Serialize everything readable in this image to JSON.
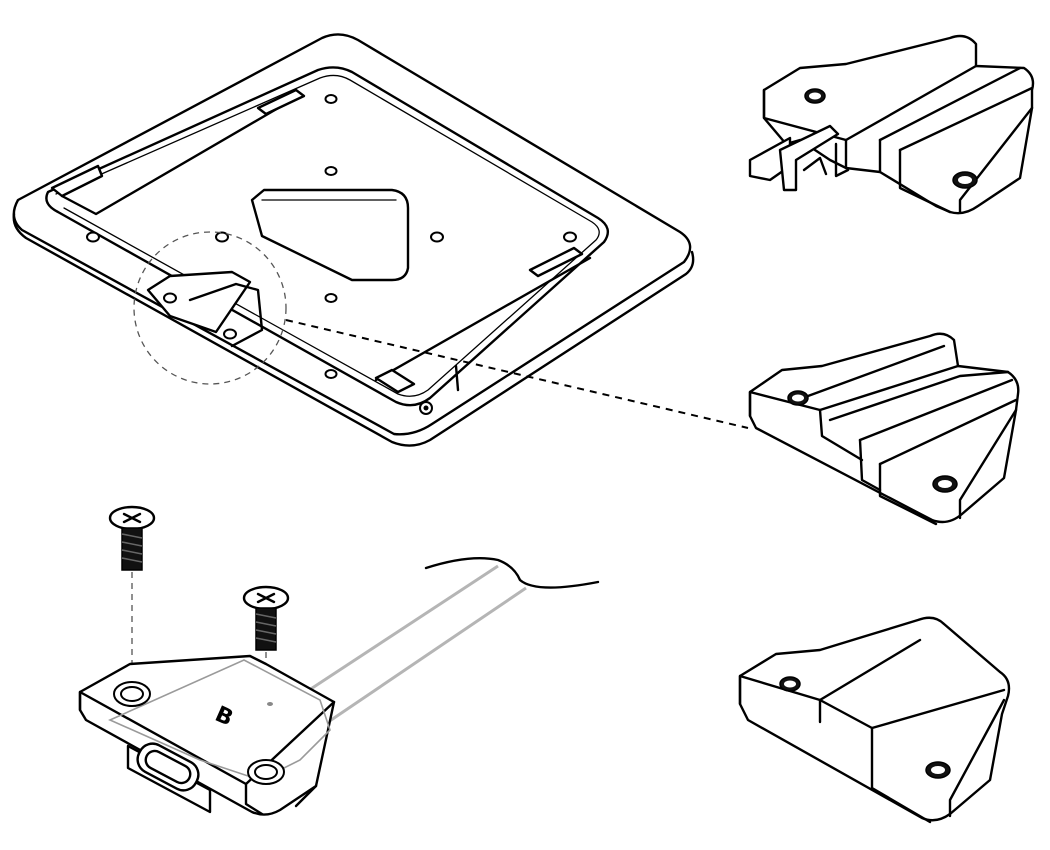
{
  "figure": {
    "parts": [
      {
        "id": "base-plate",
        "icon": "mounting-plate"
      },
      {
        "id": "detail-callout",
        "icon": "dashed-circle"
      },
      {
        "id": "bracket-variant-a",
        "icon": "slotted-bracket"
      },
      {
        "id": "bracket-variant-b",
        "icon": "grooved-bracket"
      },
      {
        "id": "bracket-variant-c",
        "icon": "plain-bracket"
      },
      {
        "id": "sensor-module",
        "icon": "usb-c-module"
      },
      {
        "id": "screws",
        "icon": "countersunk-screw"
      }
    ],
    "module_label": "B"
  },
  "colors": {
    "line": "#000000",
    "cable": "#b5b5b5",
    "background": "#ffffff"
  }
}
